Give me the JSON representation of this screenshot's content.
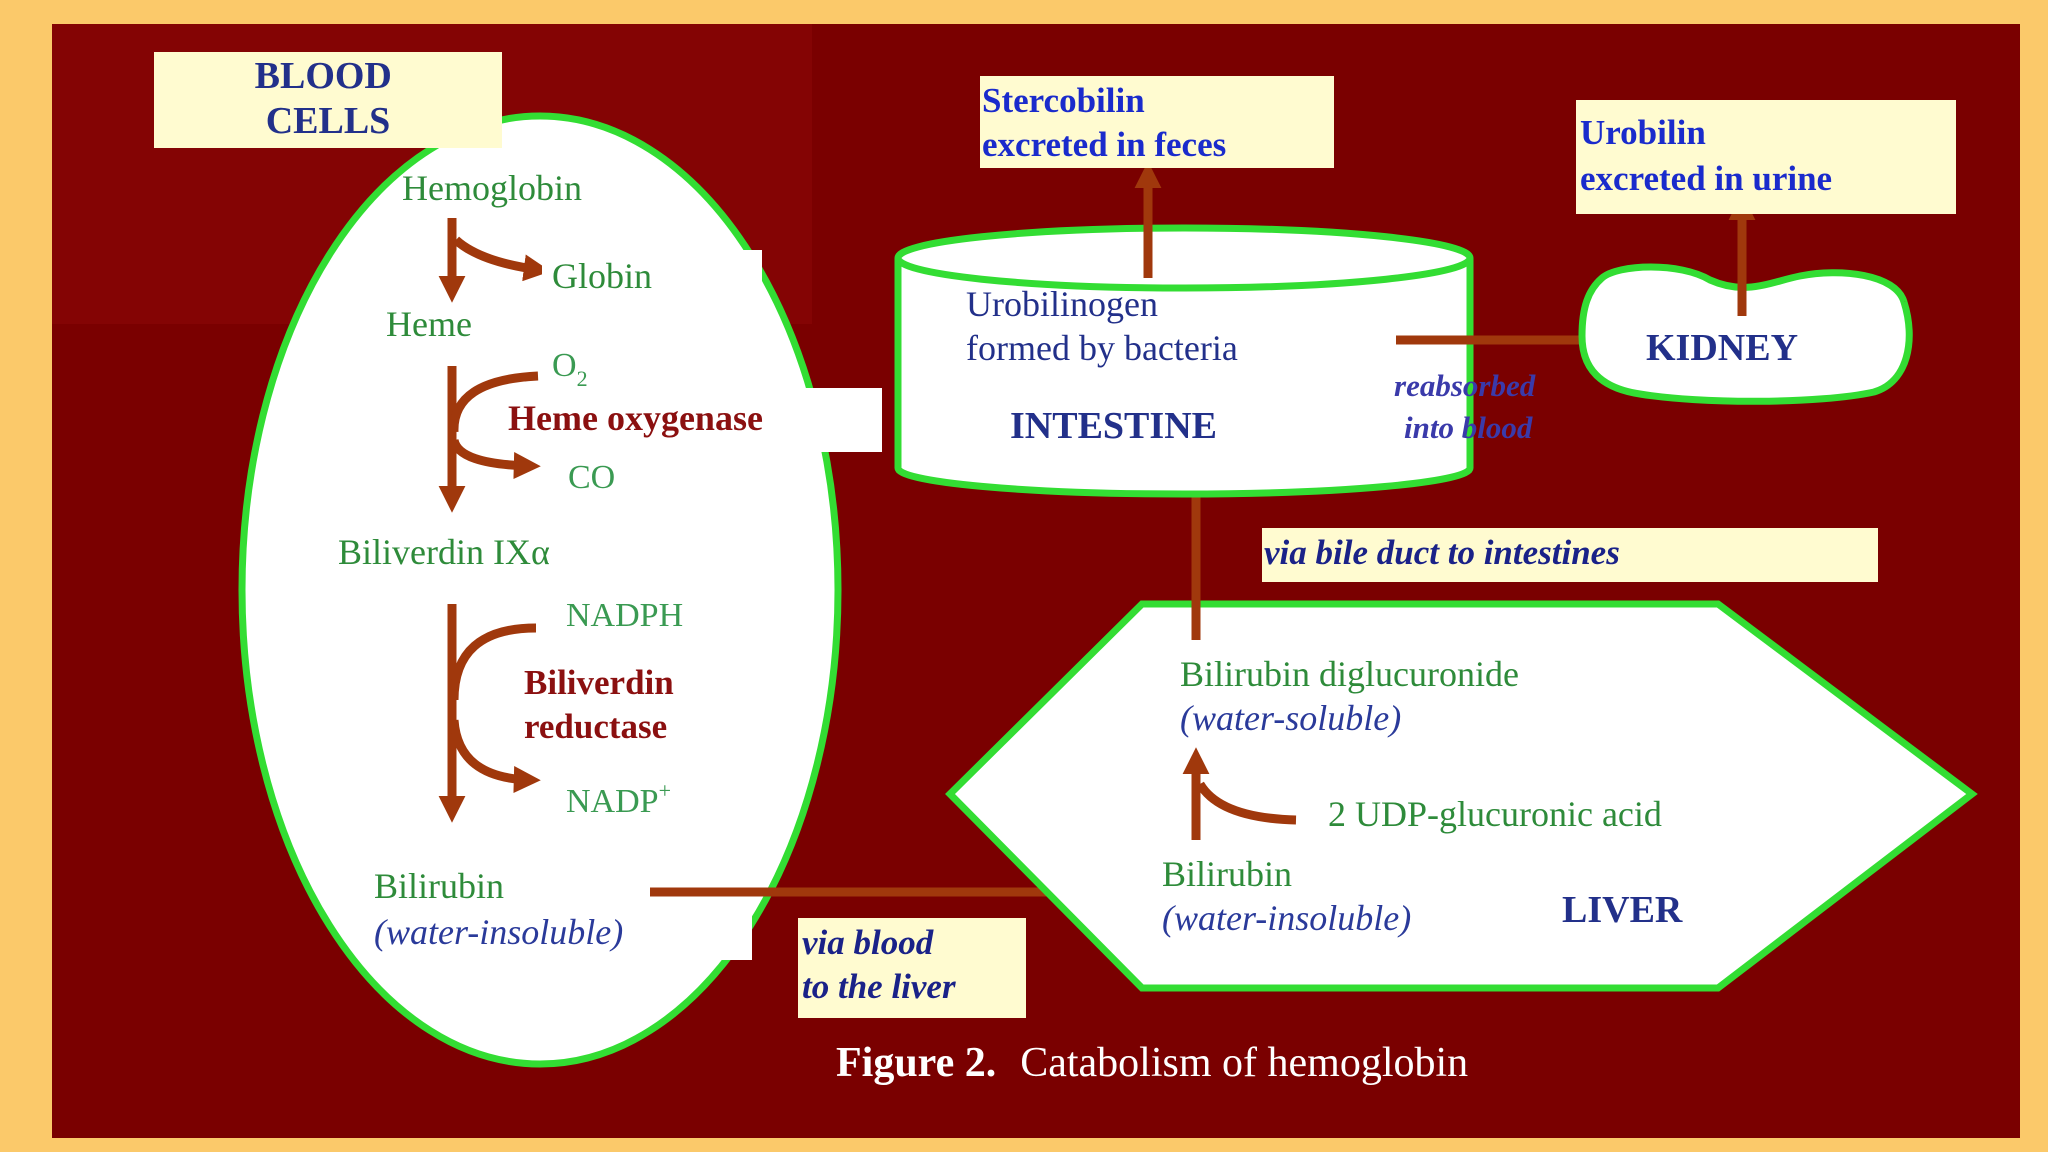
{
  "colors": {
    "frame": "#FBC96A",
    "background": "#7A0000",
    "shape_fill": "#FFFFFF",
    "shape_outline": "#33DD33",
    "arrow": "#A0380C",
    "label_box": "#FFFBD0"
  },
  "blood_cells": {
    "label_line1": "BLOOD",
    "label_line2": "CELLS",
    "hemoglobin": "Hemoglobin",
    "globin": "Globin",
    "heme": "Heme",
    "o2": "O",
    "o2_sub": "2",
    "heme_oxygenase": "Heme oxygenase",
    "co": "CO",
    "biliverdin": "Biliverdin IXα",
    "nadph": "NADPH",
    "biliverdin_reductase_line1": "Biliverdin",
    "biliverdin_reductase_line2": "reductase",
    "nadp": "NADP",
    "nadp_sup": "+",
    "bilirubin": "Bilirubin",
    "bilirubin_note": "(water-insoluble)"
  },
  "transport": {
    "via_blood_line1": "via blood",
    "via_blood_line2": "to the liver",
    "via_bile": "via bile duct to intestines",
    "reabsorbed_line1": "reabsorbed",
    "reabsorbed_line2": "into blood"
  },
  "intestine": {
    "urobilinogen_line1": "Urobilinogen",
    "urobilinogen_line2": "formed by bacteria",
    "label": "INTESTINE"
  },
  "stercobilin": {
    "line1": "Stercobilin",
    "line2": "excreted in feces"
  },
  "kidney": {
    "label": "KIDNEY"
  },
  "urobilin": {
    "line1": "Urobilin",
    "line2": "excreted in urine"
  },
  "liver": {
    "diglucuronide": "Bilirubin diglucuronide",
    "diglucuronide_note": "(water-soluble)",
    "udp": "2 UDP-glucuronic acid",
    "bilirubin": "Bilirubin",
    "bilirubin_note": "(water-insoluble)",
    "label": "LIVER"
  },
  "caption": {
    "prefix": "Figure 2.",
    "text": "Catabolism of hemoglobin"
  }
}
